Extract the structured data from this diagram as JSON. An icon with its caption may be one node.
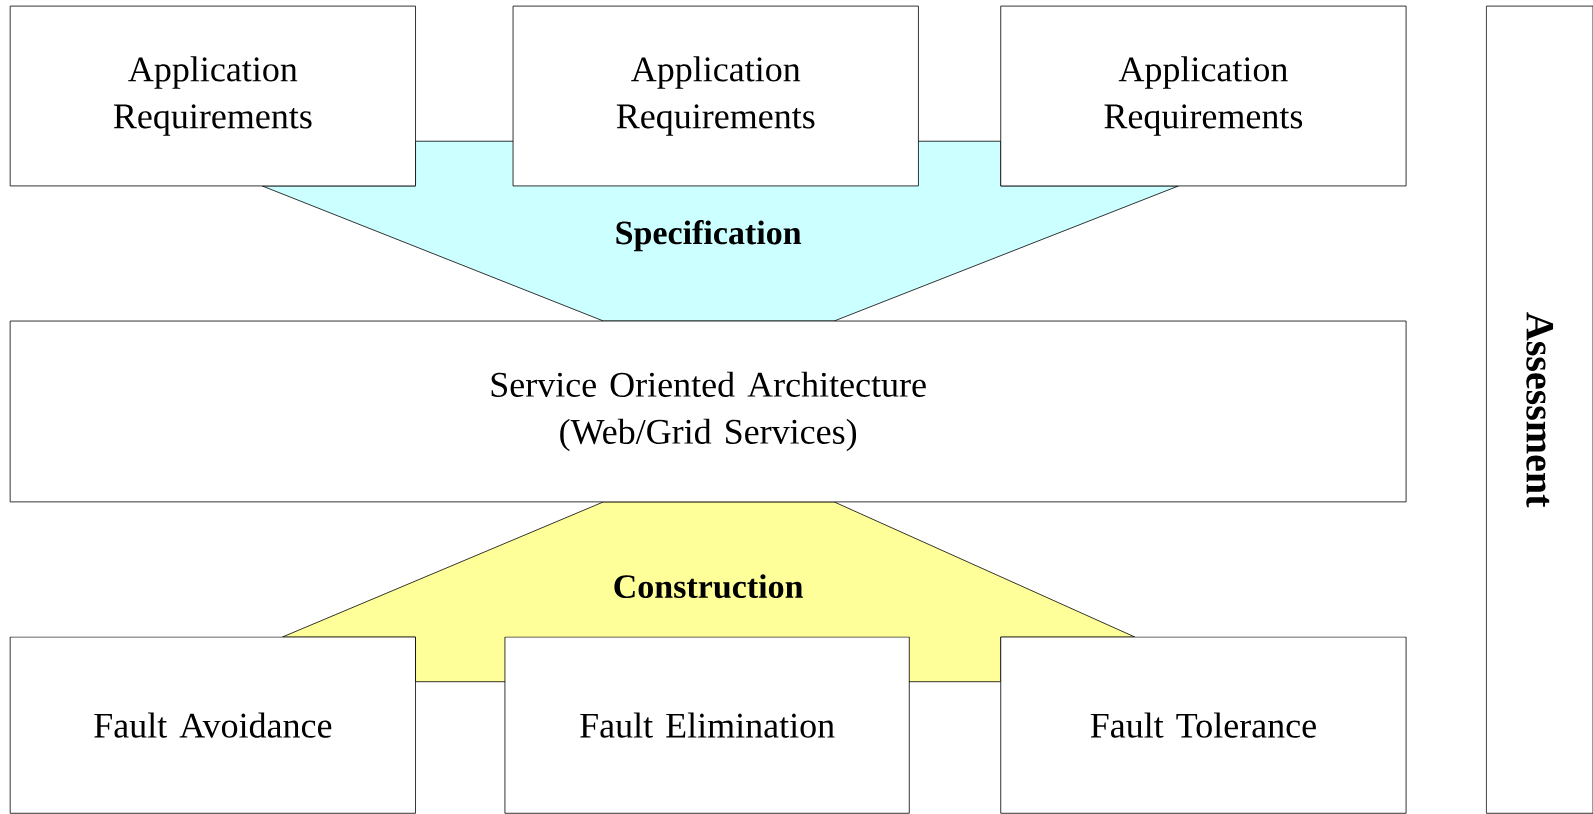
{
  "diagram": {
    "nodes": [
      {
        "text": [
          "Application Requirements"
        ]
      },
      {
        "text": [
          "Application Requirements"
        ]
      },
      {
        "text": [
          "Application Requirements"
        ]
      },
      {
        "text": [
          "Specification"
        ]
      },
      {
        "text": [
          "Service Oriented Architecture (Web/Grid Services)"
        ]
      },
      {
        "text": [
          "Construction"
        ]
      },
      {
        "text": [
          "Fault Avoidance"
        ]
      },
      {
        "text": [
          "Fault Elimination"
        ]
      },
      {
        "text": [
          "Fault Tolerance"
        ]
      },
      {
        "text": [
          "Assessment"
        ]
      }
    ]
  }
}
